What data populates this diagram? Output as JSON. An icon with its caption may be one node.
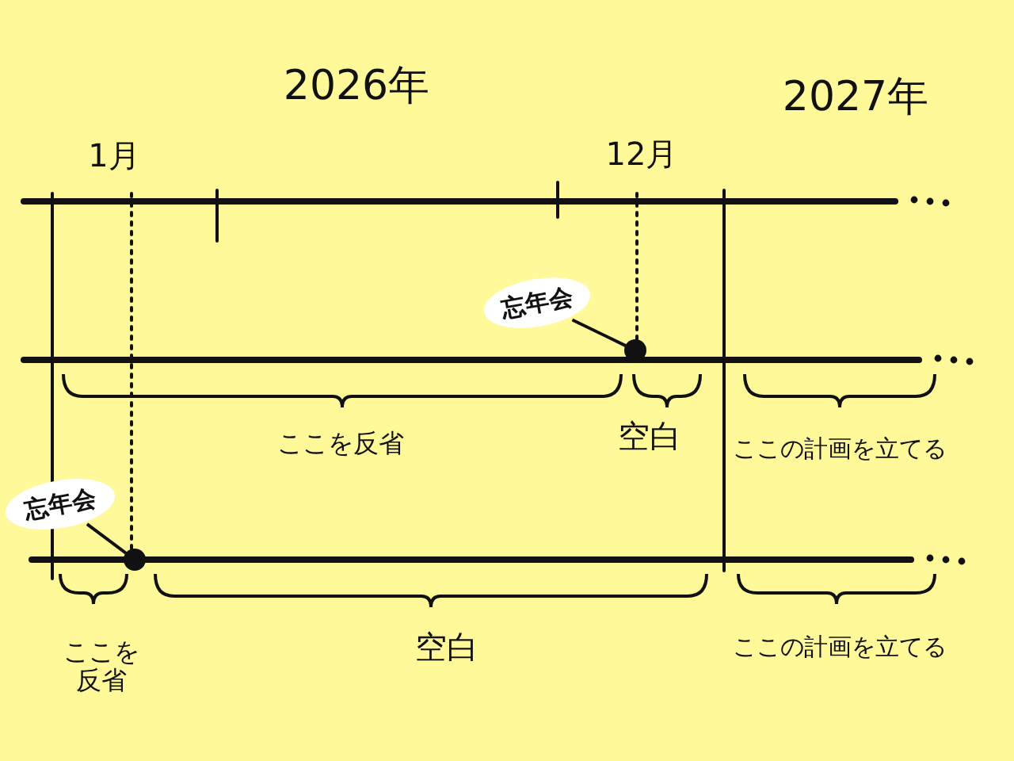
{
  "diagram": {
    "nodes": [
      {
        "text": [
          "忘年会"
        ]
      },
      {
        "text": [],
        "shape": "circle"
      },
      {
        "text": [
          "忘年会"
        ]
      },
      {
        "text": [],
        "shape": "circle"
      }
    ],
    "edges": [
      {
        "from": 0,
        "to": 1,
        "arrow": "none"
      },
      {
        "from": 2,
        "to": 3,
        "arrow": "none"
      }
    ],
    "labels": [
      "2026年",
      "2027年",
      "1月",
      "12月",
      "ここを反省",
      "空白",
      "ここの計画を立てる",
      "ここを反省",
      "空白",
      "ここの計画を立てる"
    ]
  }
}
